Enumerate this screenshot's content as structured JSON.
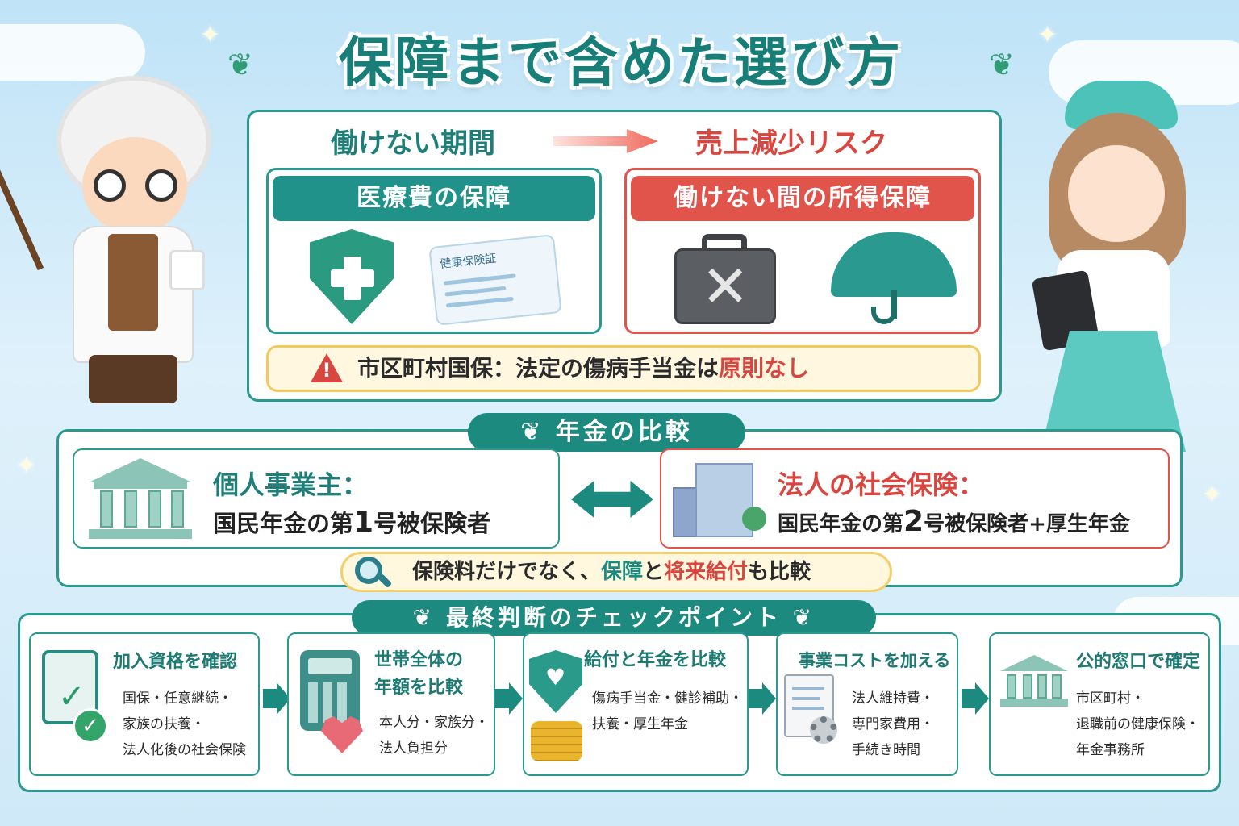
{
  "title": "保障まで含めた選び方",
  "top": {
    "left_head": "働けない期間",
    "right_head": "売上減少リスク",
    "medical_card": {
      "title": "医療費の保障",
      "id_card_label": "健康保険証"
    },
    "income_card": {
      "title": "働けない間の所得保障"
    },
    "warning": {
      "prefix": "市区町村国保：法定の傷病手当金は",
      "highlight": "原則なし"
    }
  },
  "pension": {
    "tag": "年金の比較",
    "left": {
      "title": "個人事業主：",
      "body_a": "国民年金の第",
      "body_num": "1",
      "body_b": "号被保険者"
    },
    "right": {
      "title": "法人の社会保険：",
      "body_a": "国民年金の第",
      "body_num": "2",
      "body_b": "号被保険者+厚生年金"
    },
    "compare": {
      "a": "保険料だけでなく、",
      "b": "保障",
      "c": "と",
      "d": "将来給付",
      "e": "も比較"
    }
  },
  "checkpoints": {
    "tag": "最終判断のチェックポイント",
    "items": [
      {
        "title": "加入資格を確認",
        "lines": [
          "国保・任意継続・",
          "家族の扶養・",
          "法人化後の社会保険"
        ]
      },
      {
        "title_1": "世帯全体の",
        "title_2": "年額を比較",
        "lines": [
          "本人分・家族分・",
          "法人負担分"
        ]
      },
      {
        "title": "給付と年金を比較",
        "lines": [
          "傷病手当金・健診補助・",
          "扶養・厚生年金"
        ]
      },
      {
        "title": "事業コストを加える",
        "lines": [
          "法人維持費・",
          "専門家費用・",
          "手続き時間"
        ]
      },
      {
        "title": "公的窓口で確定",
        "lines": [
          "市区町村・",
          "退職前の健康保険・",
          "年金事務所"
        ]
      }
    ]
  },
  "icons": [
    "sprout-icon",
    "arrow-right-icon",
    "shield-cross-icon",
    "insurance-card-icon",
    "briefcase-x-icon",
    "umbrella-icon",
    "warning-icon",
    "bank-icon",
    "building-icon",
    "double-arrow-icon",
    "magnifier-icon",
    "clipboard-check-icon",
    "calculator-icon",
    "shield-heart-icon",
    "document-gear-icon",
    "chevron-right-icon"
  ],
  "colors": {
    "teal": "#1d8a80",
    "red": "#d8463f",
    "yellow": "#f3c95b",
    "sky": "#bfe3f7"
  }
}
